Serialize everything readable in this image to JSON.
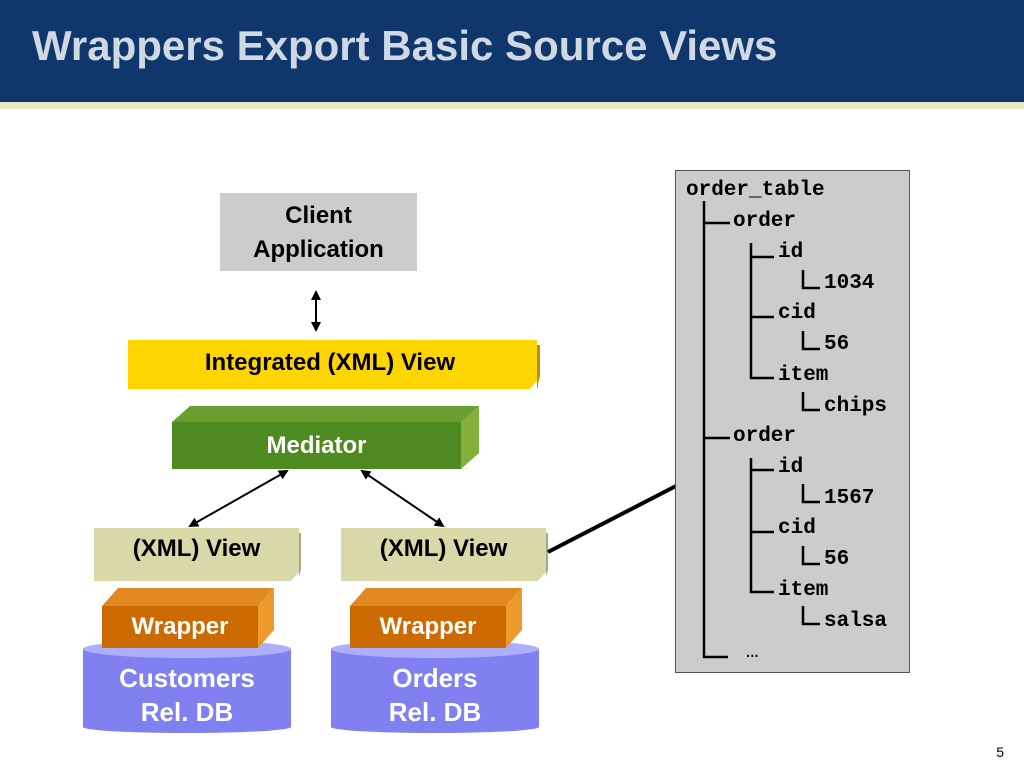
{
  "slide": {
    "title": "Wrappers Export Basic Source Views",
    "page_number": "5"
  },
  "diagram": {
    "client": [
      "Client",
      "Application"
    ],
    "integrated_view": "Integrated (XML) View",
    "mediator": "Mediator",
    "xml_view_left": "(XML) View",
    "xml_view_right": "(XML) View",
    "wrapper_left": "Wrapper",
    "wrapper_right": "Wrapper",
    "db_left": [
      "Customers",
      "Rel. DB"
    ],
    "db_right": [
      "Orders",
      "Rel. DB"
    ]
  },
  "tree": {
    "root": "order_table",
    "order1": "order",
    "id1": "id",
    "id1_val": "1034",
    "cid1": "cid",
    "cid1_val": "56",
    "item1": "item",
    "item1_val": "chips",
    "order2": "order",
    "id2": "id",
    "id2_val": "1567",
    "cid2": "cid",
    "cid2_val": "56",
    "item2": "item",
    "item2_val": "salsa",
    "ellipsis": "…"
  },
  "colors": {
    "title_bar": "#0f376b",
    "integrated_view": "#ffd500",
    "mediator": "#4e8a1f",
    "xml_view": "#d8d8a8",
    "wrapper": "#cc6a00",
    "database": "#8080f0",
    "client_box": "#cccccc",
    "tree_panel": "#cccccc"
  }
}
